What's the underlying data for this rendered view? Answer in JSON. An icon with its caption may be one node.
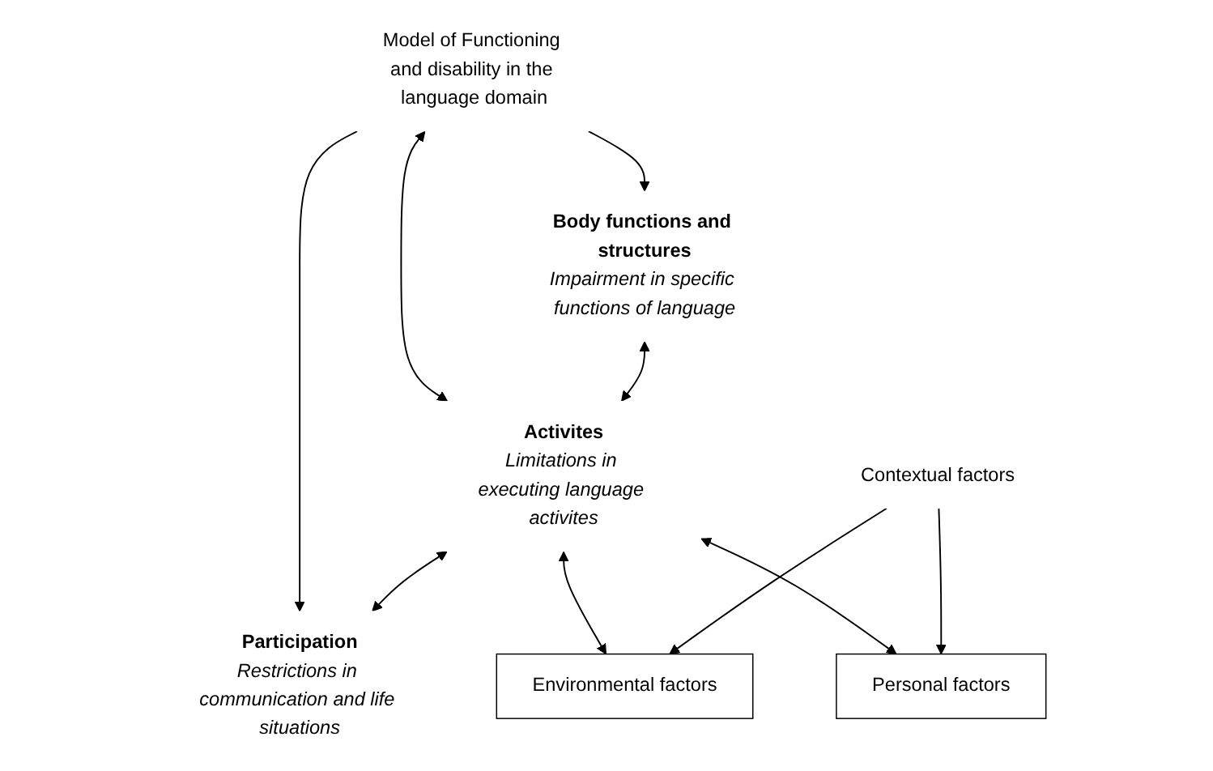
{
  "diagram": {
    "nodes": [
      {
        "text": [
          "Model of Functioning and disability in the language domain"
        ]
      },
      {
        "text": [
          "Body functions and structures",
          "Impairment in specific functions of language"
        ]
      },
      {
        "text": [
          "Activites",
          "Limitations in executing language activites"
        ]
      },
      {
        "text": [
          "Participation",
          "Restrictions in communication and life situations"
        ]
      },
      {
        "text": [
          "Environmental factors"
        ]
      },
      {
        "text": [
          "Personal factors"
        ]
      },
      {
        "text": [
          "Contextual factors"
        ]
      }
    ],
    "edges": [
      {
        "from": 0,
        "to": 1,
        "arrow": "to"
      },
      {
        "from": 0,
        "to": 2,
        "arrow": "both"
      },
      {
        "from": 0,
        "to": 3,
        "arrow": "to"
      },
      {
        "from": 1,
        "to": 2,
        "arrow": "both"
      },
      {
        "from": 2,
        "to": 3,
        "arrow": "both"
      },
      {
        "from": 2,
        "to": 4,
        "arrow": "both"
      },
      {
        "from": 2,
        "to": 5,
        "arrow": "both"
      },
      {
        "from": 6,
        "to": 4,
        "arrow": "to"
      },
      {
        "from": 6,
        "to": 5,
        "arrow": "to"
      }
    ]
  }
}
